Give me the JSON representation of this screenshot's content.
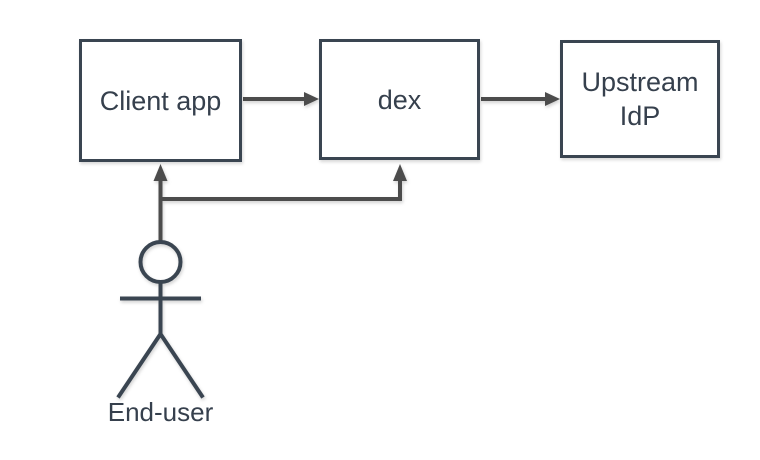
{
  "diagram": {
    "nodes": [
      {
        "id": "client-app",
        "label": "Client app"
      },
      {
        "id": "dex",
        "label": "dex"
      },
      {
        "id": "upstream-idp",
        "label": "Upstream IdP"
      }
    ],
    "actor": {
      "label": "End-user"
    },
    "edges": [
      {
        "from": "client-app",
        "to": "dex"
      },
      {
        "from": "dex",
        "to": "upstream-idp"
      },
      {
        "from": "end-user",
        "to": "client-app"
      },
      {
        "from": "end-user",
        "to": "dex"
      }
    ],
    "colors": {
      "background": "#ffffff",
      "node_fill": "#ffffff",
      "node_border": "#3a4551",
      "edge": "#4c4c4c",
      "text": "#36404d"
    }
  }
}
